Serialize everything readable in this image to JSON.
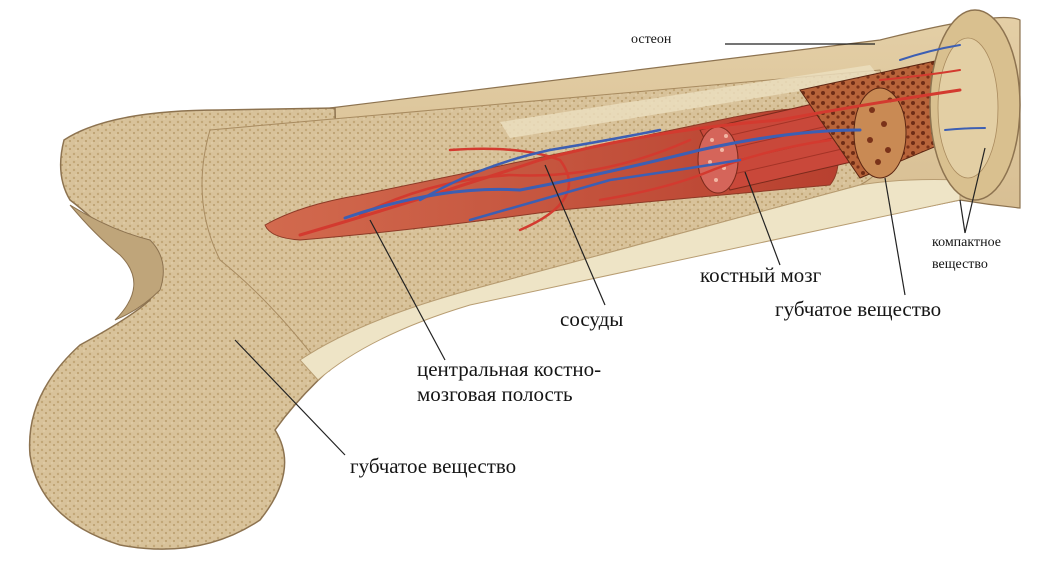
{
  "labels": {
    "osteon": "остеон",
    "compact_line1": "компактное",
    "compact_line2": "вещество",
    "marrow": "костный мозг",
    "vessels": "сосуды",
    "spongy_right": "губчатое вещество",
    "cavity_line1": "центральная костно-",
    "cavity_line2": "мозговая полость",
    "spongy_left": "губчатое вещество"
  },
  "colors": {
    "bone": "#d9c39b",
    "compact_band": "#eee4c6",
    "marrow": "#c9533e",
    "artery": "#d33a2f",
    "vein": "#3d5fb3",
    "leader_line": "#222222"
  }
}
